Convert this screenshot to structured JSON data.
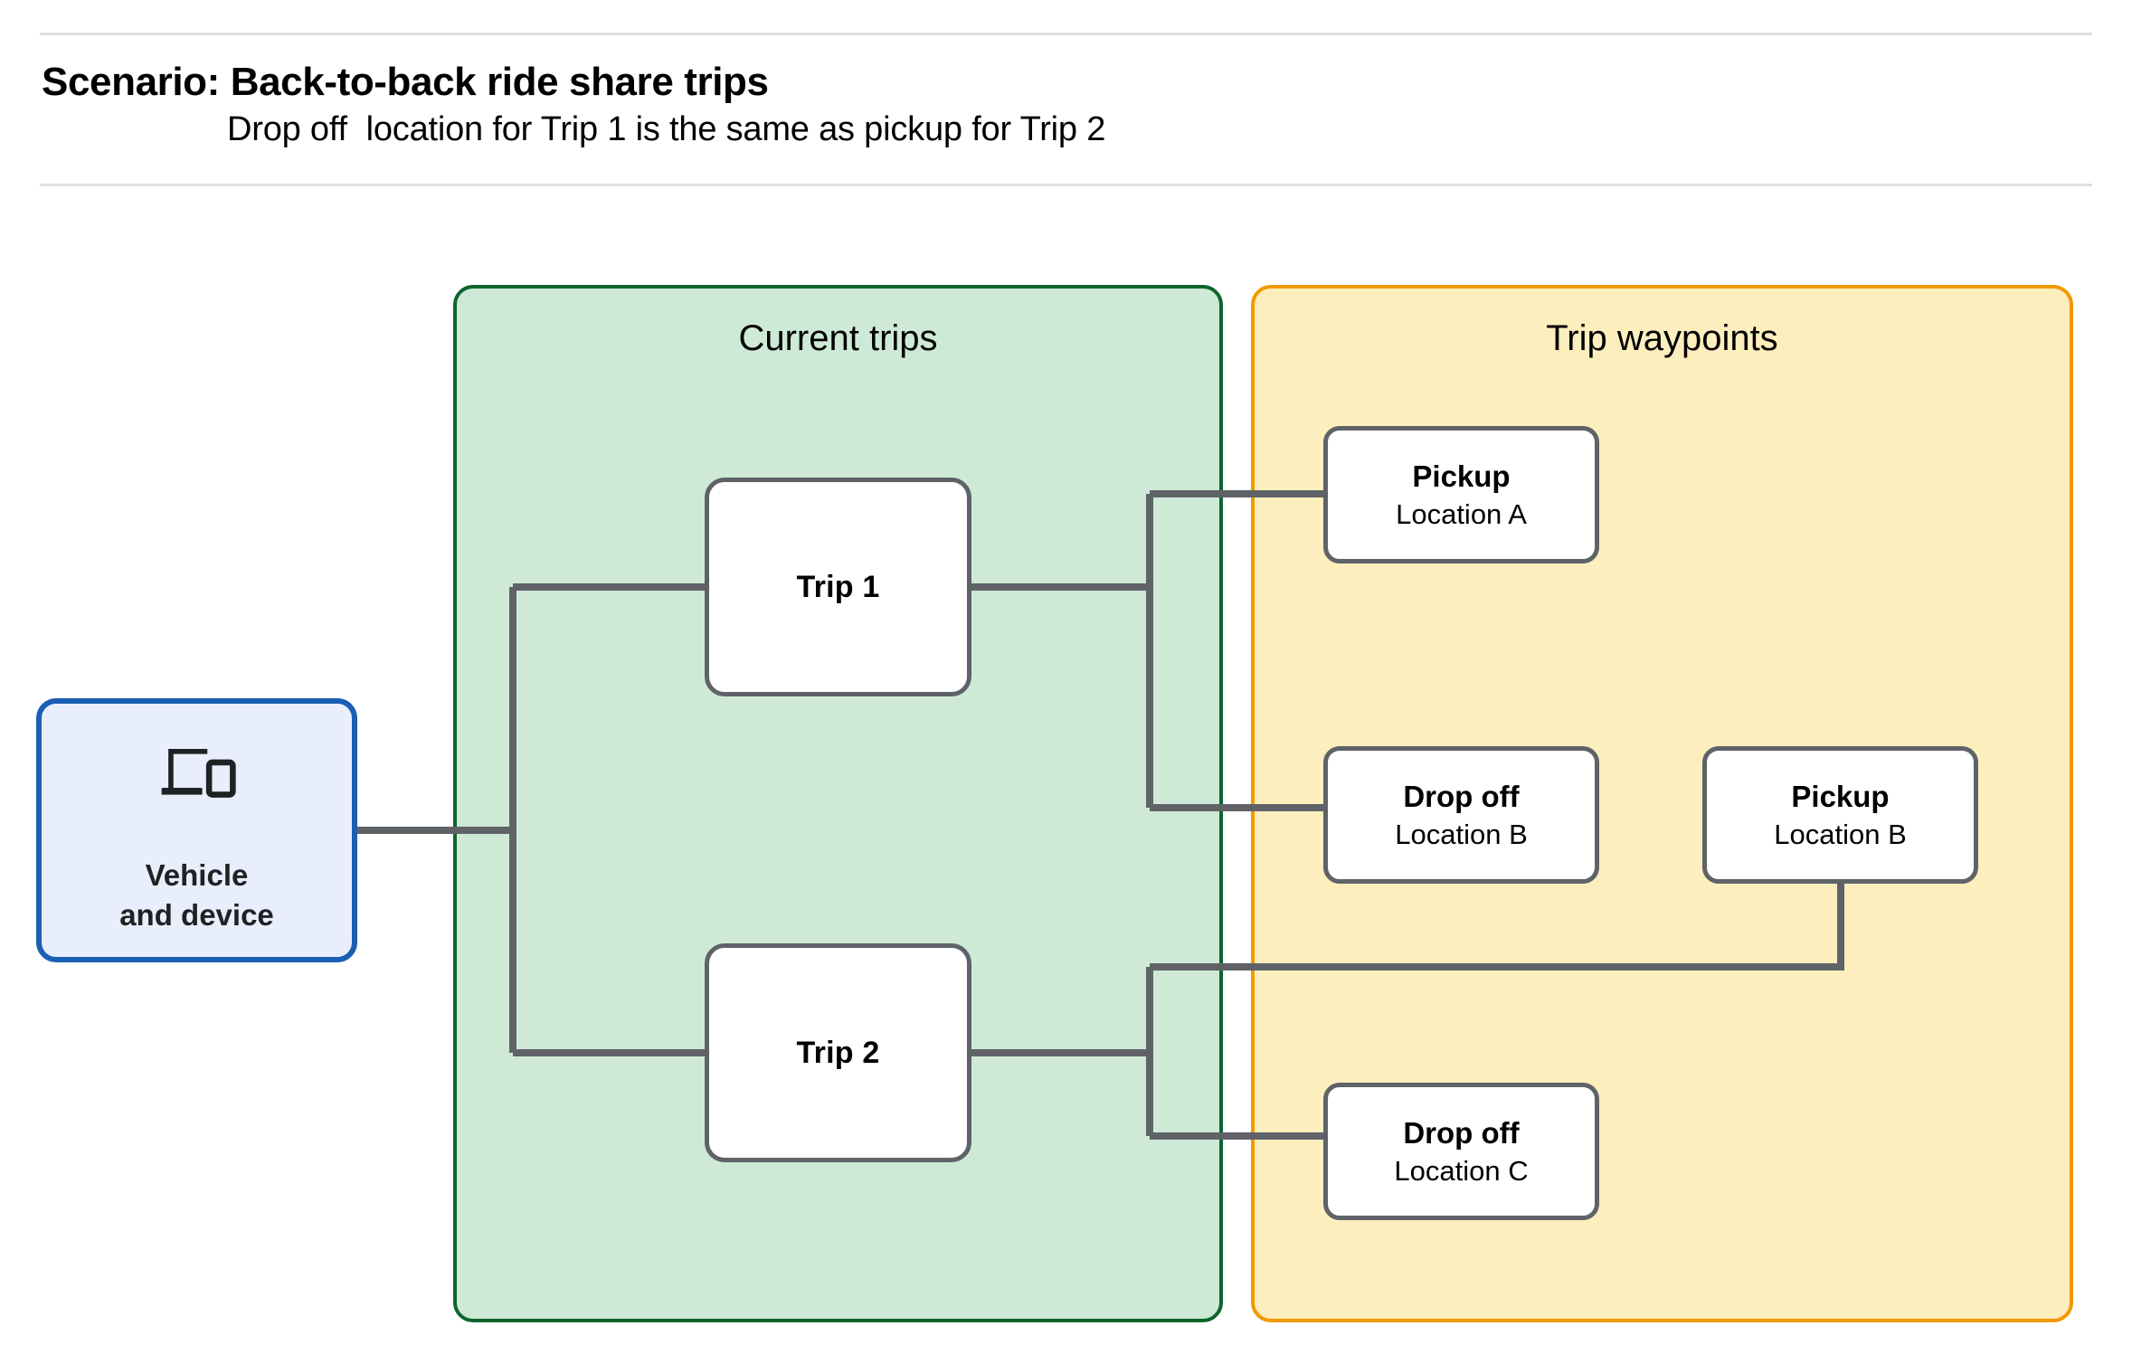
{
  "header": {
    "title": "Scenario: Back-to-back ride share trips",
    "subtitle": "Drop off  location for Trip 1 is the same as pickup for Trip 2"
  },
  "diagram": {
    "type": "flow-diagram",
    "colors": {
      "green_panel_fill": "#ceead6",
      "green_panel_border": "#0d652d",
      "yellow_panel_fill": "#fdeebe",
      "yellow_panel_border": "#f29900",
      "vehicle_fill": "#e8eefb",
      "vehicle_border": "#1a5fb4",
      "node_border": "#5f6368",
      "node_fill": "#ffffff",
      "connector": "#5f6368",
      "rule": "#e0e0e0"
    },
    "panels": [
      {
        "id": "current-trips",
        "title": "Current trips"
      },
      {
        "id": "trip-waypoints",
        "title": "Trip waypoints"
      }
    ],
    "source": {
      "id": "vehicle-and-device",
      "label": "Vehicle\nand device",
      "icon": "devices-icon"
    },
    "trips": [
      {
        "id": "trip-1",
        "label": "Trip 1"
      },
      {
        "id": "trip-2",
        "label": "Trip 2"
      }
    ],
    "waypoints": [
      {
        "id": "pickup-a",
        "title": "Pickup",
        "subtitle": "Location A"
      },
      {
        "id": "dropoff-b",
        "title": "Drop off",
        "subtitle": "Location B"
      },
      {
        "id": "pickup-b",
        "title": "Pickup",
        "subtitle": "Location B"
      },
      {
        "id": "dropoff-c",
        "title": "Drop off",
        "subtitle": "Location C"
      }
    ],
    "edges": [
      {
        "from": "vehicle-and-device",
        "to": "trip-1"
      },
      {
        "from": "vehicle-and-device",
        "to": "trip-2"
      },
      {
        "from": "trip-1",
        "to": "pickup-a"
      },
      {
        "from": "trip-1",
        "to": "dropoff-b"
      },
      {
        "from": "trip-2",
        "to": "pickup-b"
      },
      {
        "from": "trip-2",
        "to": "dropoff-c"
      }
    ]
  }
}
